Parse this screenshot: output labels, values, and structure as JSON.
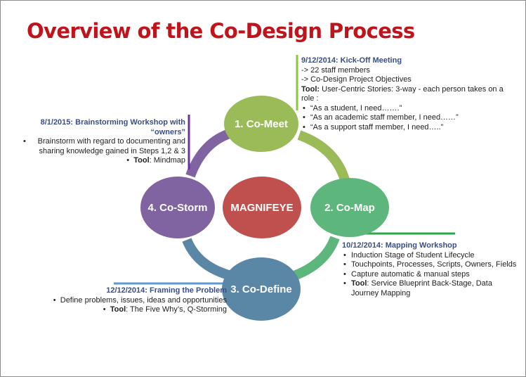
{
  "title": "Overview of the Co-Design Process",
  "center": {
    "label": "MAGNIFEYE",
    "color": "#c0504d"
  },
  "nodes": [
    {
      "label": "1. Co-Meet",
      "color": "#9bbb59"
    },
    {
      "label": "2. Co-Map",
      "color": "#5db67b"
    },
    {
      "label": "3. Co-Define",
      "color": "#5b87a7"
    },
    {
      "label": "4. Co-Storm",
      "color": "#8064a2"
    }
  ],
  "notes": {
    "kickoff": {
      "heading": "9/12/2014: Kick-Off Meeting",
      "lines": [
        "-> 22 staff members",
        "-> Co-Design Project Objectives"
      ],
      "tool_label": "Tool:",
      "tool_text": " User-Centric Stories: 3-way - each person takes on a role :",
      "bullets": [
        "“As a student, I need…….”",
        "“As an academic staff member, I need……”",
        "“As a support staff member, I need…..”"
      ]
    },
    "brainstorm": {
      "heading_1": "8/1/2015: Brainstorming Workshop with",
      "heading_2": "“owners”",
      "bullet": "Brainstorm with regard to documenting and sharing knowledge gained in Steps 1,2 & 3",
      "tool_label": "Tool",
      "tool_text": ": Mindmap"
    },
    "mapping": {
      "heading": "10/12/2014: Mapping Workshop",
      "bullets": [
        "Induction Stage of Student Lifecycle",
        "Touchpoints, Processes, Scripts, Owners, Fields",
        "Capture automatic & manual steps"
      ],
      "tool_label": "Tool",
      "tool_text": ": Service Blueprint  Back-Stage, Data Journey Mapping"
    },
    "framing": {
      "heading": "12/12/2014: Framing the Problem",
      "bullet": "Define problems, issues, ideas and opportunities",
      "tool_label": "Tool",
      "tool_text": ": The Five Why’s, Q-Storming"
    }
  }
}
